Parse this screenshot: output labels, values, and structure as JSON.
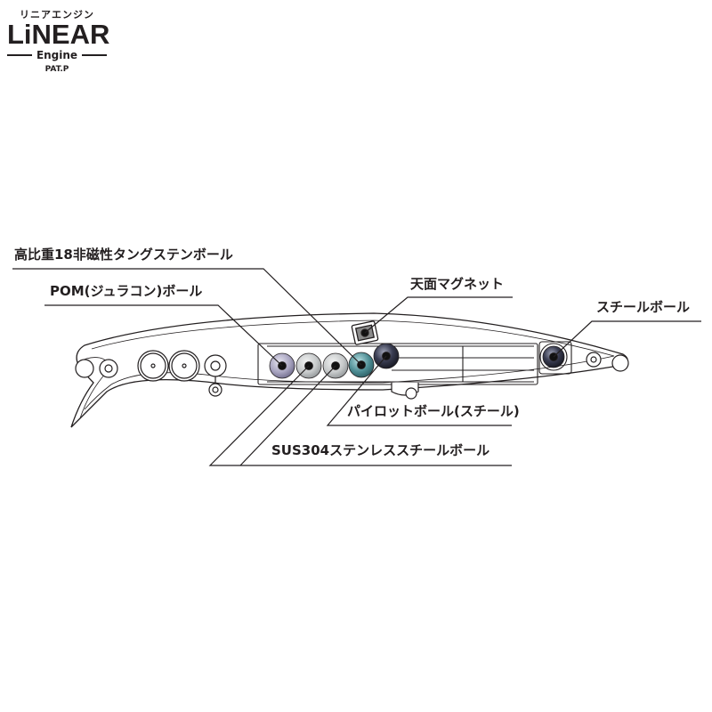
{
  "logo": {
    "kana": "リニアエンジン",
    "brand": "LiNEAR",
    "sub": "Engine",
    "patent": "PAT.P"
  },
  "labels": {
    "tungsten": "高比重18非磁性タングステンボール",
    "pom": "POM(ジュラコン)ボール",
    "magnet": "天面マグネット",
    "steel": "スチールボール",
    "pilot": "パイロットボール(スチール)",
    "sus": "SUS304ステンレススチールボール"
  },
  "colors": {
    "ink": "#231f20",
    "pom_ball": "#8e8aa8",
    "sus_ball": "#b8bbbc",
    "tungsten_ball": "#4d8d94",
    "pilot_ball": "#2b2d3d",
    "steel_ball": "#3a3d4d"
  }
}
